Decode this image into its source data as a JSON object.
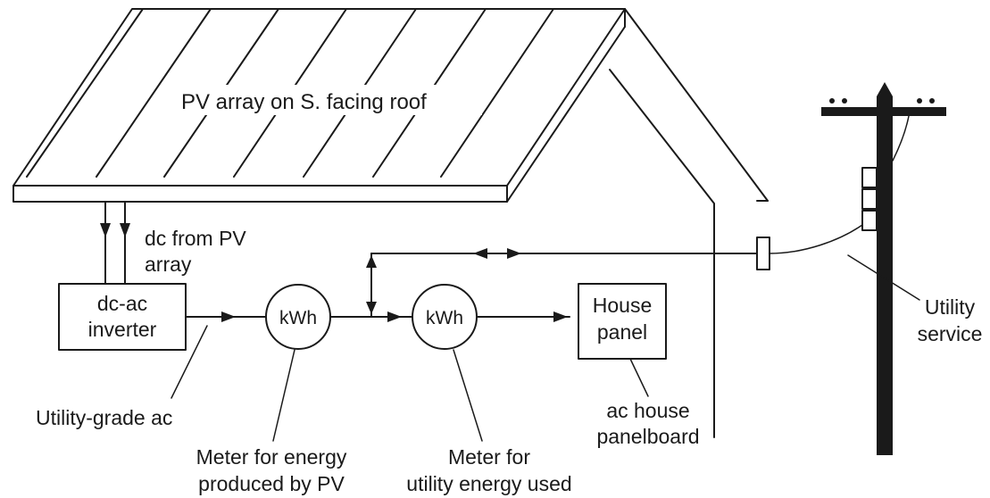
{
  "labels": {
    "roof": "PV array on S. facing roof",
    "dc_from_pv_line1": "dc from PV",
    "dc_from_pv_line2": "array",
    "inverter_line1": "dc-ac",
    "inverter_line2": "inverter",
    "meter_pv": "kWh",
    "meter_utility": "kWh",
    "house_panel_line1": "House",
    "house_panel_line2": "panel",
    "utility_grade_ac": "Utility-grade ac",
    "meter_pv_desc_line1": "Meter for energy",
    "meter_pv_desc_line2": "produced by PV",
    "meter_utility_desc_line1": "Meter for",
    "meter_utility_desc_line2": "utility energy used",
    "panelboard_line1": "ac house",
    "panelboard_line2": "panelboard",
    "utility_service_line1": "Utility",
    "utility_service_line2": "service"
  },
  "colors": {
    "ink": "#1a1a1a",
    "background": "#ffffff"
  }
}
